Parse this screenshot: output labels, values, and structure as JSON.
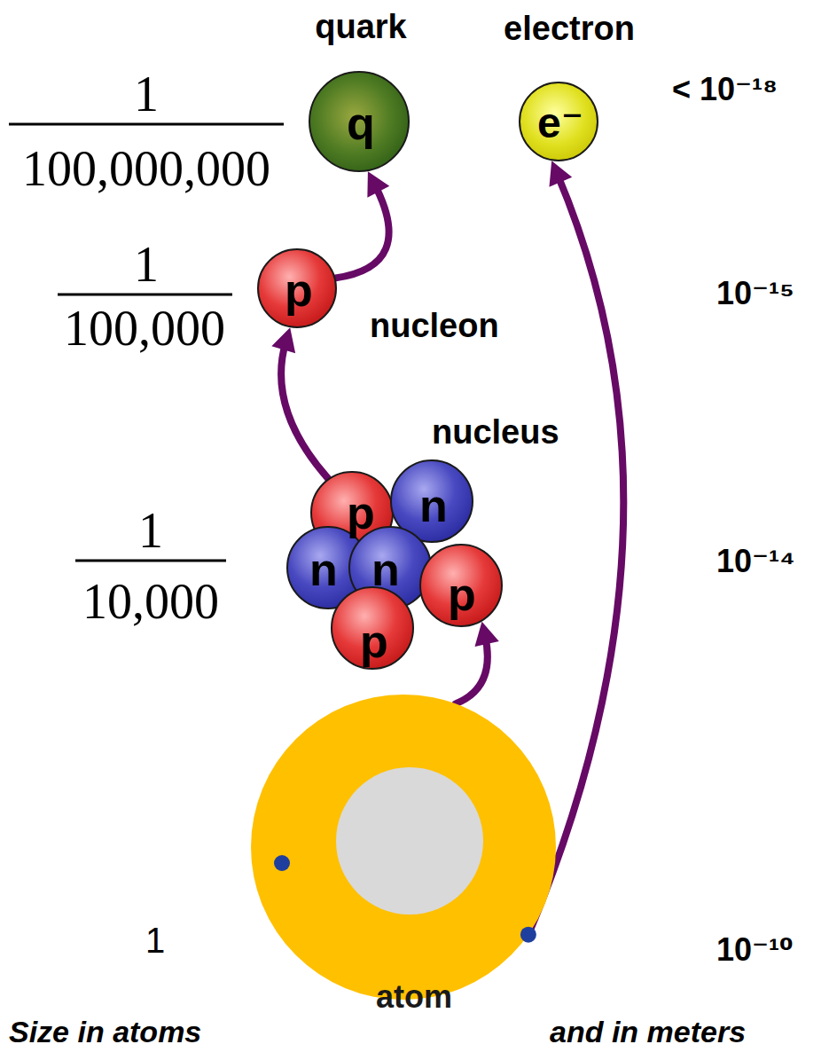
{
  "diagram": {
    "nodes": [
      {
        "text": [
          "quark",
          "q"
        ]
      },
      {
        "text": [
          "electron",
          "e⁻"
        ]
      },
      {
        "text": [
          "p",
          "nucleon"
        ]
      },
      {
        "text": [
          "nucleus"
        ]
      },
      {
        "text": [
          "p"
        ],
        "in": 3
      },
      {
        "text": [
          "n"
        ],
        "in": 3
      },
      {
        "text": [
          "n"
        ],
        "in": 3
      },
      {
        "text": [
          "n"
        ],
        "in": 3
      },
      {
        "text": [
          "p"
        ],
        "in": 3
      },
      {
        "text": [
          "p"
        ],
        "in": 3
      },
      {
        "text": [
          "atom"
        ]
      }
    ],
    "edges": [
      {
        "from": 10,
        "to": 8,
        "arrow": "to"
      },
      {
        "from": 10,
        "to": 1,
        "arrow": "to"
      },
      {
        "from": 4,
        "to": 2,
        "arrow": "to"
      },
      {
        "from": 2,
        "to": 0,
        "arrow": "to"
      }
    ],
    "labels": [
      "1",
      "100,000,000",
      "1",
      "100,000",
      "1",
      "10,000",
      "1",
      "< 10⁻¹⁸",
      "10⁻¹⁵",
      "10⁻¹⁴",
      "10⁻¹⁰",
      "Size in atoms",
      "and in meters"
    ]
  }
}
